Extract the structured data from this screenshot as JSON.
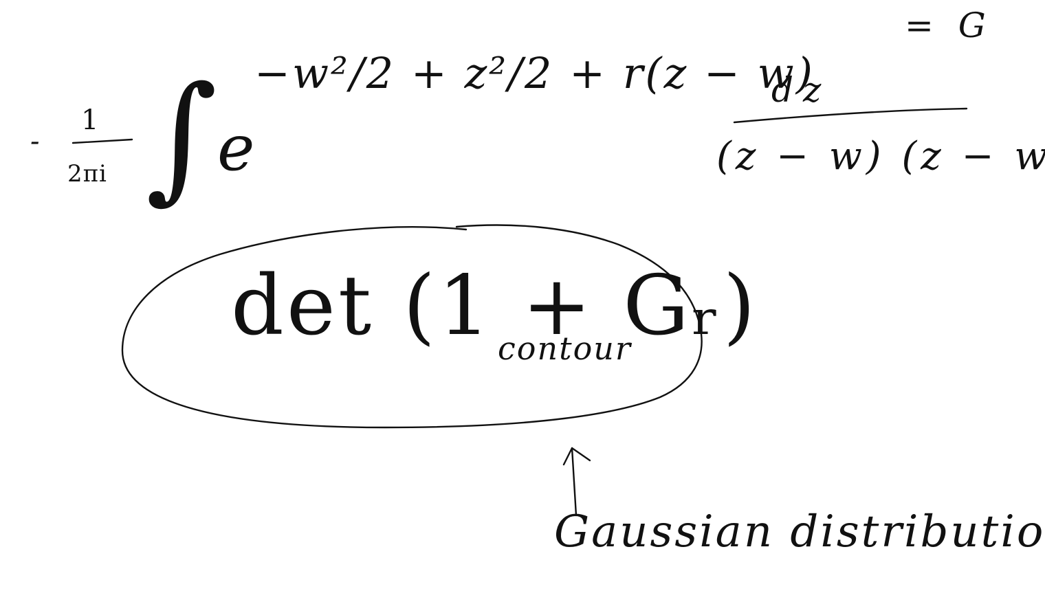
{
  "note": {
    "minus_sign": "-",
    "prefactor_numerator": "1",
    "prefactor_denominator": "2πi",
    "integral_sign": "∫",
    "exp_base": "e",
    "exponent": "−w²/2 + z²/2 + r(z − w)",
    "equals_g": "= G",
    "fraction_numerator": "dz",
    "fraction_denominator": "(z − w) (z − w′)",
    "determinant": "det (1 + Gᵣ)",
    "determinant_subscript": "contour",
    "caption": "Gaussian distribution"
  },
  "colors": {
    "background": "#ffffff",
    "ink": "#111111"
  }
}
